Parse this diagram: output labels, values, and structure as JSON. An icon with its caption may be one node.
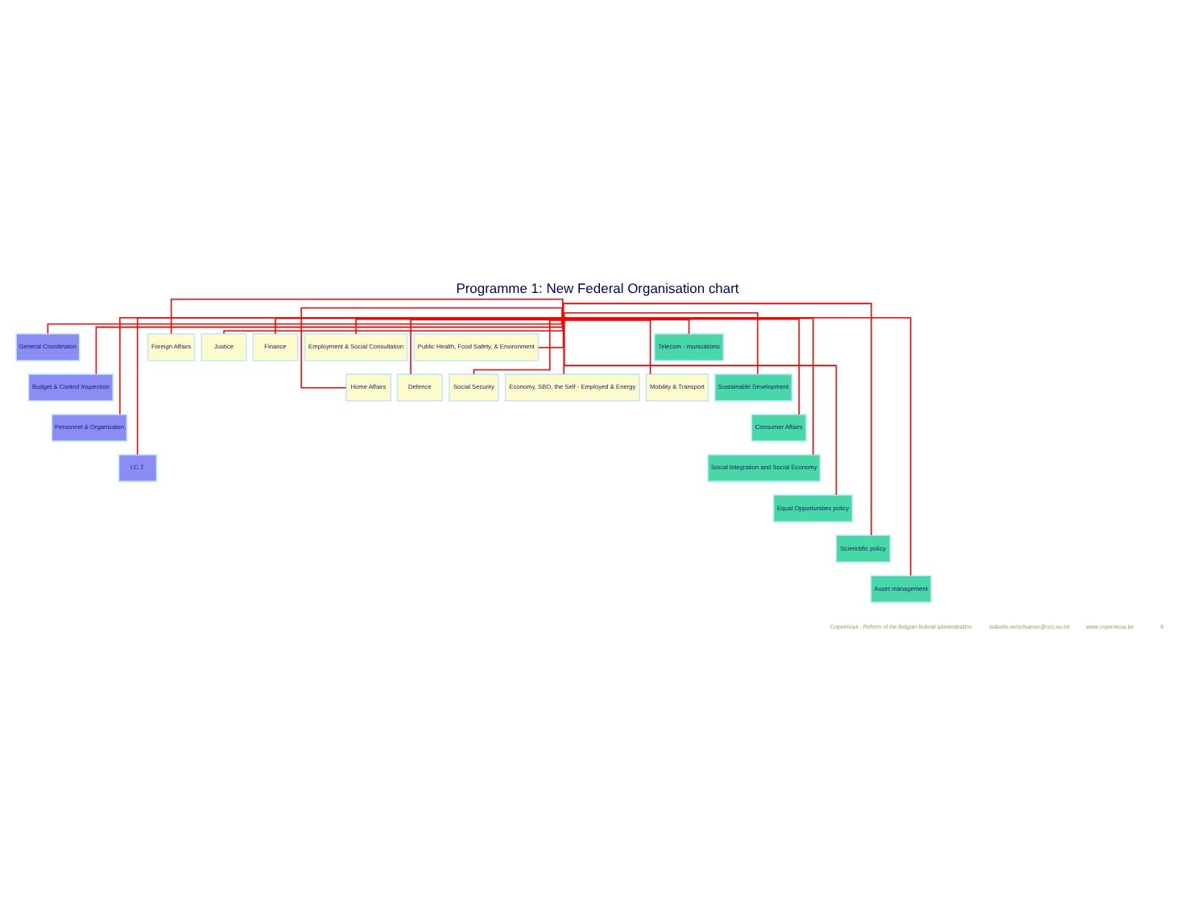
{
  "diagram": {
    "title": "Programme 1: New Federal Organisation chart",
    "nodes": [
      {
        "text": [],
        "shape": "point"
      },
      {
        "text": [
          "General Coordinaton"
        ]
      },
      {
        "text": [
          "Budget & Control Inspection"
        ]
      },
      {
        "text": [
          "Personnel & Organisaton"
        ]
      },
      {
        "text": [
          "I.C.T."
        ]
      },
      {
        "text": [
          "Foreign Affairs"
        ]
      },
      {
        "text": [
          "Justice"
        ]
      },
      {
        "text": [
          "Finance"
        ]
      },
      {
        "text": [
          "Employment & Social Consultation"
        ]
      },
      {
        "text": [
          "Public Health, Food Safety, & Environment"
        ]
      },
      {
        "text": [
          "Home Affairs"
        ]
      },
      {
        "text": [
          "Defence"
        ]
      },
      {
        "text": [
          "Social Security"
        ]
      },
      {
        "text": [
          "Economy, SBO, the Self - Employed & Energy"
        ]
      },
      {
        "text": [
          "Mobility & Transport"
        ]
      },
      {
        "text": [
          "Telecom - munications"
        ]
      },
      {
        "text": [
          "Sustainable Development"
        ]
      },
      {
        "text": [
          "Consumer Affairs"
        ]
      },
      {
        "text": [
          "Social Integration and Social Economy"
        ]
      },
      {
        "text": [
          "Equal Opportunities policy"
        ]
      },
      {
        "text": [
          "Scienctific policy"
        ]
      },
      {
        "text": [
          "Asset management"
        ]
      }
    ],
    "edges": [
      {
        "from": 0,
        "to": 1,
        "arrow": "none"
      },
      {
        "from": 0,
        "to": 2,
        "arrow": "none"
      },
      {
        "from": 0,
        "to": 3,
        "arrow": "none"
      },
      {
        "from": 0,
        "to": 4,
        "arrow": "none"
      },
      {
        "from": 0,
        "to": 5,
        "arrow": "none"
      },
      {
        "from": 0,
        "to": 6,
        "arrow": "none"
      },
      {
        "from": 0,
        "to": 7,
        "arrow": "none"
      },
      {
        "from": 0,
        "to": 8,
        "arrow": "none"
      },
      {
        "from": 0,
        "to": 9,
        "arrow": "none"
      },
      {
        "from": 0,
        "to": 10,
        "arrow": "none"
      },
      {
        "from": 0,
        "to": 11,
        "arrow": "none"
      },
      {
        "from": 0,
        "to": 12,
        "arrow": "none"
      },
      {
        "from": 0,
        "to": 13,
        "arrow": "none"
      },
      {
        "from": 0,
        "to": 14,
        "arrow": "none"
      },
      {
        "from": 0,
        "to": 15,
        "arrow": "none"
      },
      {
        "from": 0,
        "to": 16,
        "arrow": "none"
      },
      {
        "from": 0,
        "to": 17,
        "arrow": "none"
      },
      {
        "from": 0,
        "to": 18,
        "arrow": "none"
      },
      {
        "from": 0,
        "to": 19,
        "arrow": "none"
      },
      {
        "from": 0,
        "to": 20,
        "arrow": "none"
      },
      {
        "from": 0,
        "to": 21,
        "arrow": "none"
      }
    ],
    "labels": [
      "Copernicus - Reform of the Belgian federal administration",
      "isabelle.verschueren@ccc.eu.int",
      "www.copernicus.be",
      "6"
    ]
  }
}
